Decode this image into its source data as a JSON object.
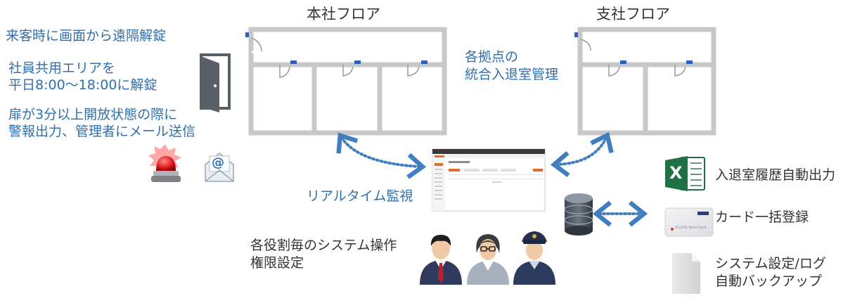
{
  "floors": {
    "head_office": "本社フロア",
    "branch": "支社フロア"
  },
  "left_features": {
    "remote_unlock": "来客時に画面から遠隔解錠",
    "common_area_line1": "社員共用エリアを",
    "common_area_line2": "平日8:00〜18:00に解錠",
    "alarm_line1": "扉が3分以上開放状態の際に",
    "alarm_line2": "警報出力、管理者にメール送信"
  },
  "center_labels": {
    "multi_site_line1": "各拠点の",
    "multi_site_line2": "統合入退室管理",
    "realtime": "リアルタイム監視",
    "roles_line1": "各役割毎のシステム操作",
    "roles_line2": "権限設定"
  },
  "right_features": {
    "export": "入退室履歴自動出力",
    "card_register": "カード一括登録",
    "backup_line1": "システム設定/ログ",
    "backup_line2": "自動バックアップ"
  },
  "icons": {
    "email_symbol": "@",
    "excel_letter": "X",
    "card_text": "iCLASS Seos Card"
  },
  "colors": {
    "accent_blue": "#2f6fae",
    "arrow_blue": "#3f7ec0",
    "wall": "#c8c8c8",
    "door_sensor": "#2e5fbf"
  }
}
